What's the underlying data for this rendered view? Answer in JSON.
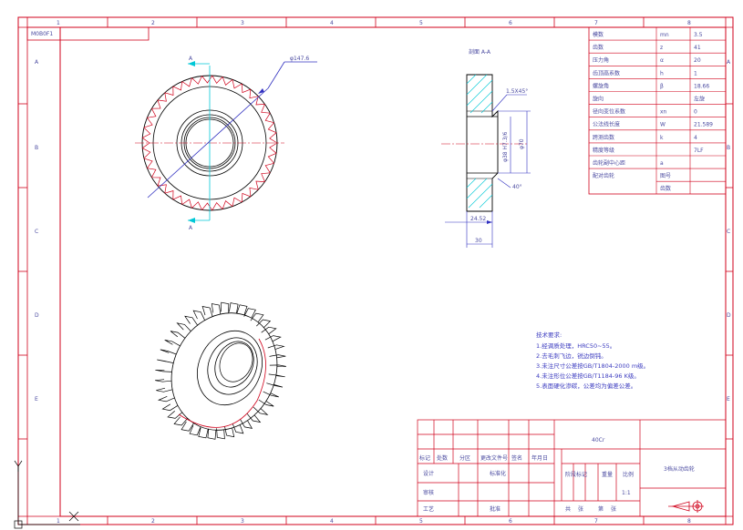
{
  "border": {
    "top_zones": [
      "1",
      "2",
      "3",
      "4",
      "5",
      "6",
      "7",
      "8"
    ],
    "bottom_zones": [
      "1",
      "2",
      "3",
      "4",
      "5",
      "6",
      "7",
      "8"
    ],
    "left_zones": [
      "A",
      "B",
      "C",
      "D",
      "E"
    ],
    "right_zones": [
      "A",
      "B",
      "C",
      "D",
      "E"
    ]
  },
  "corner_code": "M0B0F1",
  "section_label": "剖面 A-A",
  "dims": {
    "outer_dia": "φ147.6",
    "chamfer": "1.5X45°",
    "bore": "φ38 H7.3/6",
    "hub": "φ70",
    "angle": "40°",
    "hub_len": "24.52",
    "width": "30",
    "sec_a": "A"
  },
  "param_table": [
    {
      "name": "模数",
      "sym": "mn",
      "val": "3.5"
    },
    {
      "name": "齿数",
      "sym": "z",
      "val": "41"
    },
    {
      "name": "压力角",
      "sym": "α",
      "val": "20"
    },
    {
      "name": "齿顶高系数",
      "sym": "h",
      "val": "1"
    },
    {
      "name": "螺旋角",
      "sym": "β",
      "val": "18.66"
    },
    {
      "name": "旋向",
      "sym": "",
      "val": "左旋"
    },
    {
      "name": "径向变位系数",
      "sym": "xn",
      "val": "0"
    },
    {
      "name": "公法线长度",
      "sym": "W",
      "val": "21.589"
    },
    {
      "name": "跨测齿数",
      "sym": "k",
      "val": "4"
    },
    {
      "name": "精度等级",
      "sym": "",
      "val": "7LF"
    },
    {
      "name": "齿轮副中心距",
      "sym": "a",
      "val": ""
    },
    {
      "name": "配对齿轮",
      "sym": "图号",
      "val": ""
    },
    {
      "name": "",
      "sym": "齿数",
      "val": ""
    }
  ],
  "requirements": {
    "title": "技术要求:",
    "items": [
      "1.经调质处理，HRC50~55。",
      "2.去毛刺飞边，锐边倒钝。",
      "3.未注尺寸公差按GB/T1804-2000 m级。",
      "4.未注形位公差按GB/T1184-96 K级。",
      "5.表面硬化渗碳，公差均为偏差公差。"
    ]
  },
  "title_block": {
    "material": "40Cr",
    "part_name": "3档从动齿轮",
    "h_mark": "标记",
    "h_count": "处数",
    "h_zone": "分区",
    "h_docno": "更改文件号",
    "h_sign": "签名",
    "h_date": "年月日",
    "designer": "设计",
    "standard": "标准化",
    "reviewer": "审核",
    "craft": "工艺",
    "approve": "批准",
    "stage": "阶段标记",
    "weight": "重量",
    "scale": "比例",
    "scale_val": "1:1",
    "sheet_total": "共",
    "sheet_label": "张",
    "sheet_num": "第",
    "sheet_num2": "张"
  }
}
